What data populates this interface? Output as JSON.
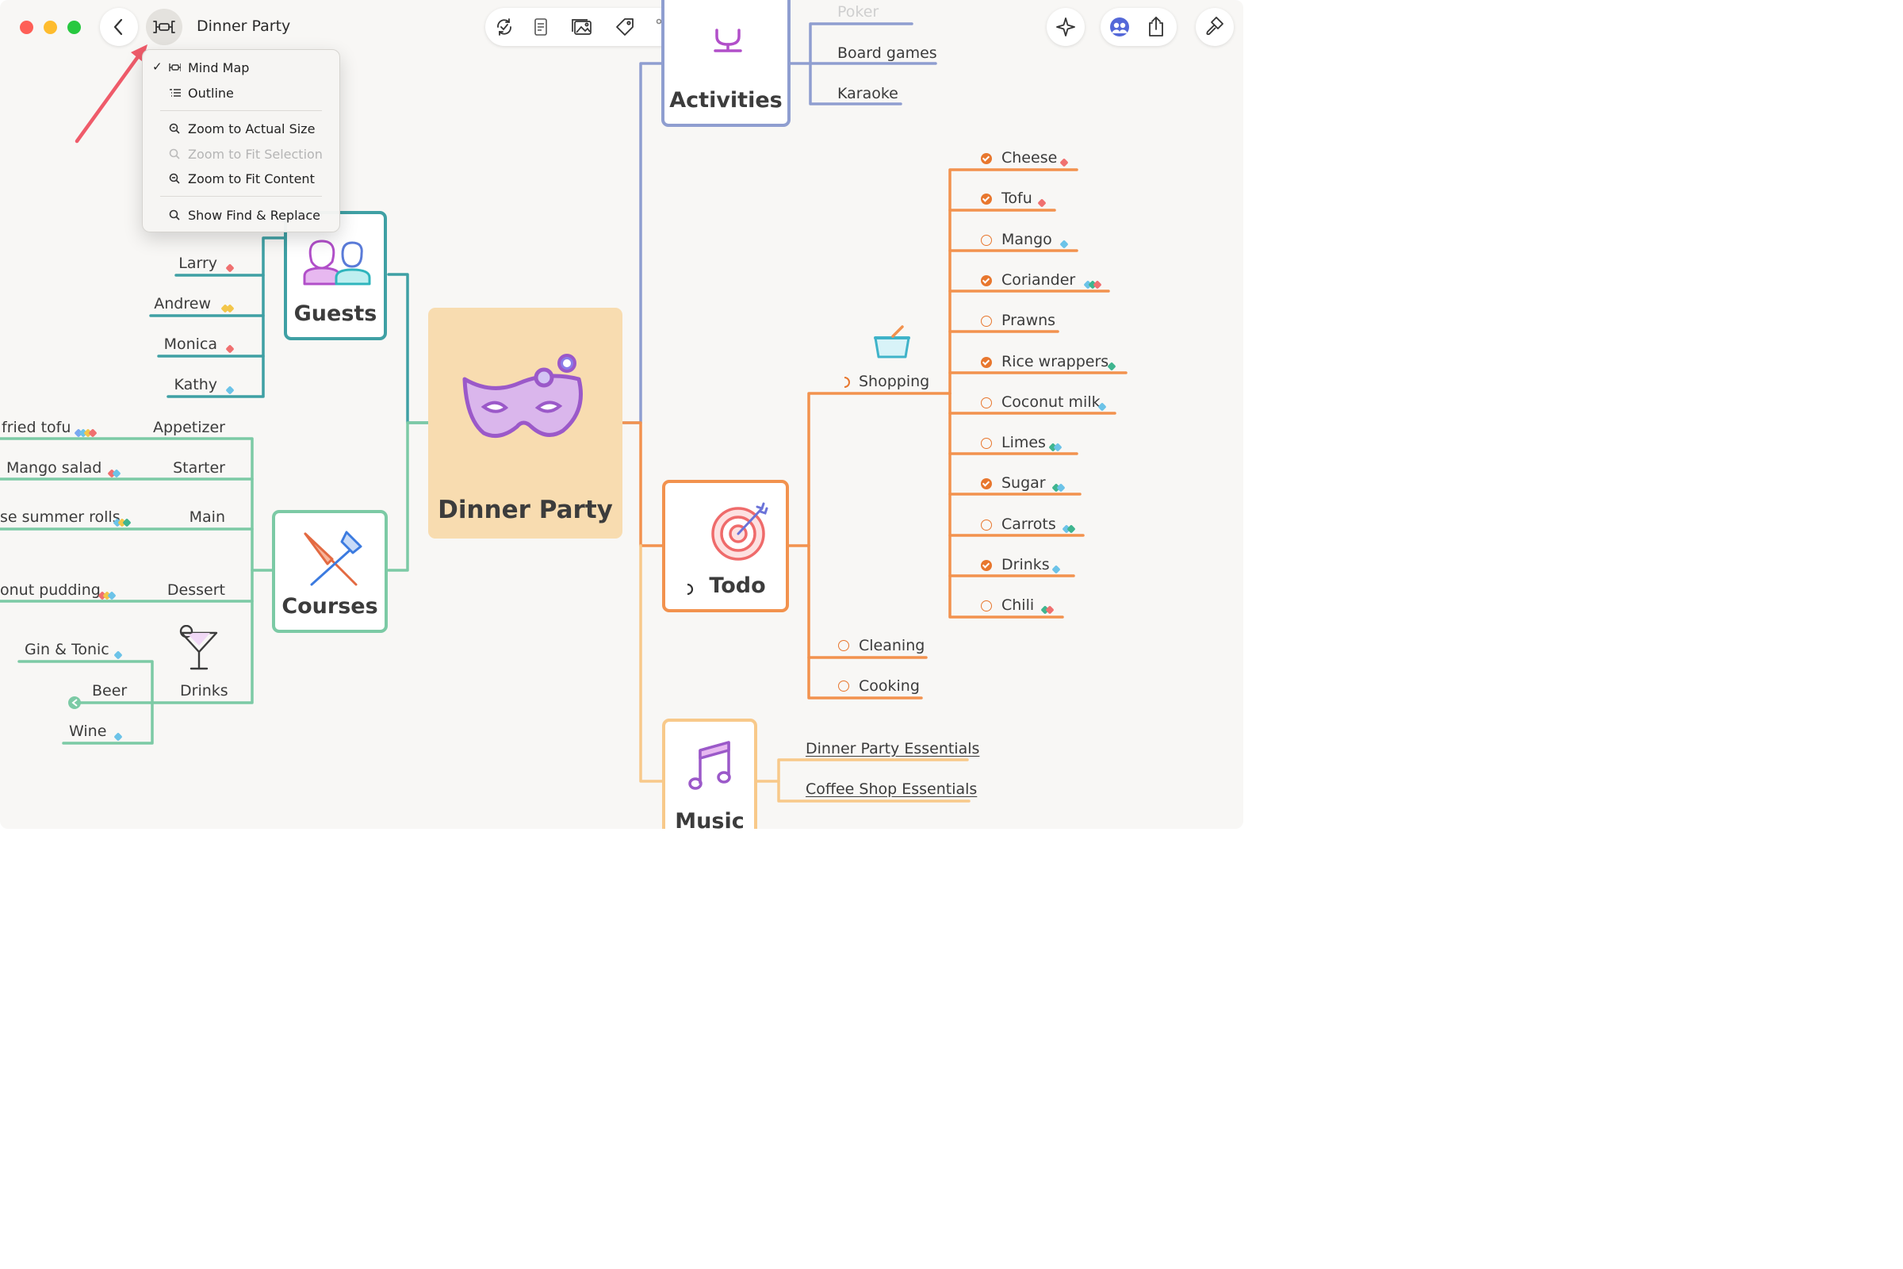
{
  "window": {
    "title": "Dinner Party",
    "traffic_lights": {
      "close": "#fe5f57",
      "minimize": "#febc2e",
      "zoom": "#28c840"
    }
  },
  "toolbar": {
    "back_icon": "chevron-left-icon",
    "view_icon": "mindmap-icon",
    "center_tools": [
      "refresh-check-icon",
      "document-icon",
      "image-icon",
      "tag-icon",
      "connection-icon",
      "boundary-icon",
      "focus-icon"
    ],
    "right_tools": [
      "sparkle-icon",
      "collaborate-icon",
      "share-icon",
      "format-brush-icon"
    ]
  },
  "view_menu": {
    "items": [
      {
        "label": "Mind Map",
        "checked": true,
        "enabled": true,
        "icon": "mindmap-icon"
      },
      {
        "label": "Outline",
        "checked": false,
        "enabled": true,
        "icon": "outline-icon"
      },
      {
        "label": "Zoom to Actual Size",
        "checked": false,
        "enabled": true,
        "icon": "zoom-icon"
      },
      {
        "label": "Zoom to Fit Selection",
        "checked": false,
        "enabled": false,
        "icon": "zoom-icon"
      },
      {
        "label": "Zoom to Fit Content",
        "checked": false,
        "enabled": true,
        "icon": "zoom-icon"
      },
      {
        "label": "Show Find & Replace",
        "checked": false,
        "enabled": true,
        "icon": "search-icon"
      }
    ]
  },
  "map": {
    "central": {
      "title": "Dinner Party",
      "color": "#f8dcb0",
      "icon": "mask-icon"
    },
    "guests": {
      "title": "Guests",
      "color": "#3fa0a4",
      "icon": "people-icon",
      "items": [
        {
          "label": "Larry",
          "tags": [
            "#f07070"
          ]
        },
        {
          "label": "Andrew",
          "tags": [
            "#f3c64a",
            "#f3c64a"
          ]
        },
        {
          "label": "Monica",
          "tags": [
            "#f07070"
          ]
        },
        {
          "label": "Kathy",
          "tags": [
            "#6cc3e8"
          ]
        }
      ]
    },
    "courses": {
      "title": "Courses",
      "color": "#7ccaa5",
      "icon": "utensils-icon",
      "rows": [
        {
          "category": "Appetizer",
          "dish": "fried tofu",
          "tags": [
            "#7aa8f0",
            "#6cc3e8",
            "#f3c64a",
            "#f07070"
          ]
        },
        {
          "category": "Starter",
          "dish": "Mango salad",
          "tags": [
            "#f07070",
            "#6cc3e8"
          ]
        },
        {
          "category": "Main",
          "dish": "se summer rolls",
          "tags": [
            "#6cc3e8",
            "#f3c64a",
            "#3fb58f"
          ]
        },
        {
          "category": "Dessert",
          "dish": "onut pudding",
          "tags": [
            "#f07070",
            "#f3c64a",
            "#6cc3e8"
          ]
        }
      ],
      "drinks": {
        "title": "Drinks",
        "icon": "cocktail-icon",
        "items": [
          {
            "label": "Gin & Tonic",
            "tags": [
              "#6cc3e8"
            ]
          },
          {
            "label": "Beer",
            "tags": []
          },
          {
            "label": "Wine",
            "tags": [
              "#6cc3e8"
            ]
          }
        ]
      }
    },
    "activities": {
      "title": "Activities",
      "color": "#8f9ed0",
      "icon": "microphone-icon",
      "items": [
        {
          "label": "Poker"
        },
        {
          "label": "Board games"
        },
        {
          "label": "Karaoke"
        }
      ]
    },
    "todo": {
      "title": "Todo",
      "color": "#f2924e",
      "icon": "target-icon",
      "shopping": {
        "title": "Shopping",
        "icon": "basket-icon",
        "items": [
          {
            "label": "Cheese",
            "done": true,
            "tags": [
              "#f07070"
            ]
          },
          {
            "label": "Tofu",
            "done": true,
            "tags": [
              "#f07070"
            ]
          },
          {
            "label": "Mango",
            "done": false,
            "tags": [
              "#6cc3e8"
            ]
          },
          {
            "label": "Coriander",
            "done": true,
            "tags": [
              "#6cc3e8",
              "#3fb58f",
              "#f07070"
            ]
          },
          {
            "label": "Prawns",
            "done": false,
            "tags": []
          },
          {
            "label": "Rice wrappers",
            "done": true,
            "tags": [
              "#3fb58f"
            ]
          },
          {
            "label": "Coconut milk",
            "done": false,
            "tags": [
              "#6cc3e8"
            ]
          },
          {
            "label": "Limes",
            "done": false,
            "tags": [
              "#3fb58f",
              "#6cc3e8"
            ]
          },
          {
            "label": "Sugar",
            "done": true,
            "tags": [
              "#3fb58f",
              "#6cc3e8"
            ]
          },
          {
            "label": "Carrots",
            "done": false,
            "tags": [
              "#6cc3e8",
              "#3fb58f"
            ]
          },
          {
            "label": "Drinks",
            "done": true,
            "tags": [
              "#6cc3e8"
            ]
          },
          {
            "label": "Chili",
            "done": false,
            "tags": [
              "#3fb58f",
              "#f07070"
            ]
          }
        ]
      },
      "others": [
        {
          "label": "Cleaning",
          "done": false
        },
        {
          "label": "Cooking",
          "done": false
        }
      ]
    },
    "music": {
      "title": "Music",
      "color": "#f8c98a",
      "icon": "music-note-icon",
      "items": [
        {
          "label": "Dinner Party Essentials"
        },
        {
          "label": "Coffee Shop Essentials"
        }
      ]
    }
  }
}
